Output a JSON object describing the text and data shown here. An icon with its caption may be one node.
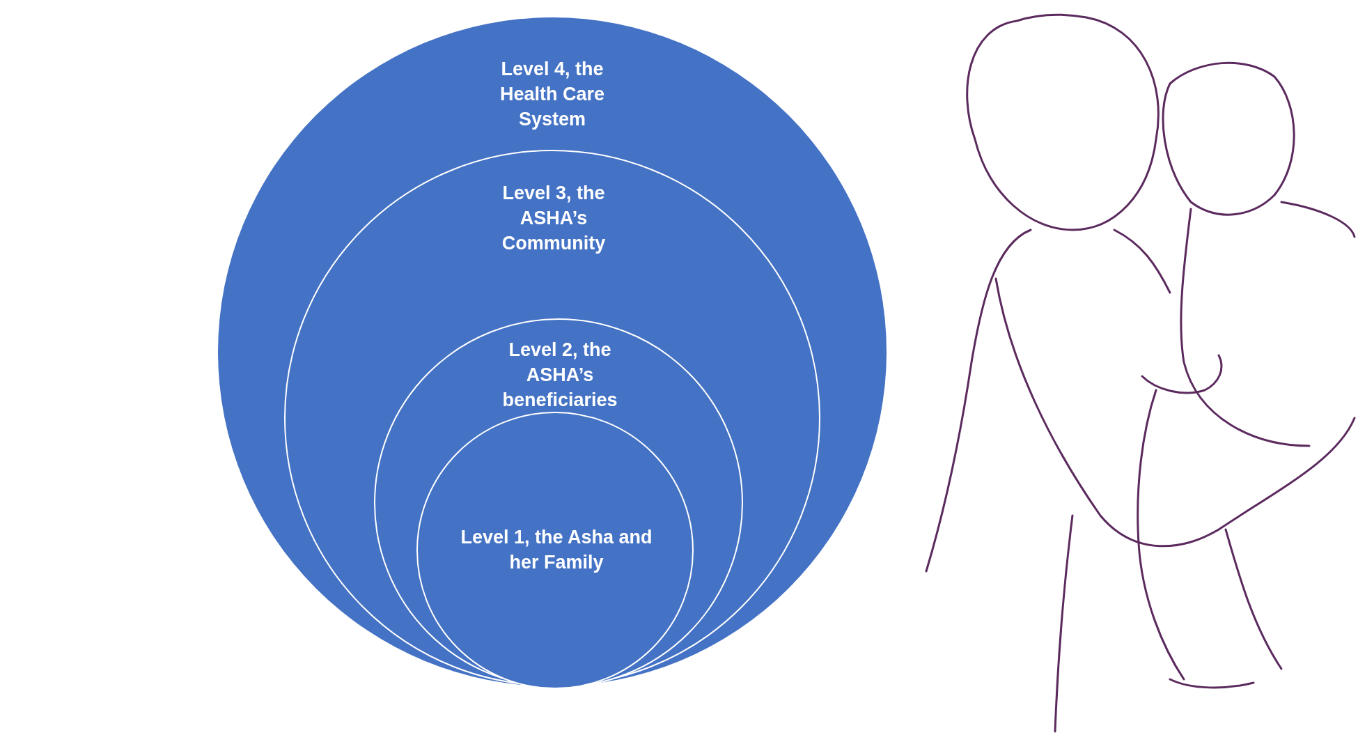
{
  "diagram": {
    "nodes": [
      {
        "text": [
          "Level 4, the Health Care System"
        ]
      },
      {
        "text": [
          "Level 3, the ASHA’s Community"
        ],
        "in": 0
      },
      {
        "text": [
          "Level 2, the ASHA’s beneficiaries"
        ],
        "in": 1
      },
      {
        "text": [
          "Level 1, the Asha and her Family"
        ],
        "in": 2
      }
    ]
  }
}
